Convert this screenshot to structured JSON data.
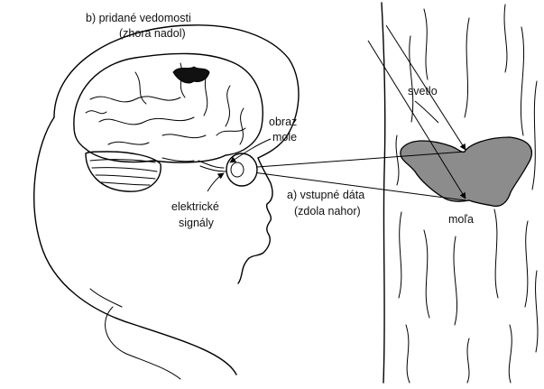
{
  "labels": {
    "added_knowledge_line1": "b) pridané vedomosti",
    "added_knowledge_line2": "(zhora nadol)",
    "light": "svetlo",
    "image_line1": "obraz",
    "image_line2": "mole",
    "input_line1": "a) vstupné dáta",
    "input_line2": "(zdola nahor)",
    "signals_line1": "elektrické",
    "signals_line2": "signály",
    "moth": "moľa"
  },
  "colors": {
    "moth_fill": "#8c8c8c",
    "stroke": "#000000",
    "background": "#ffffff"
  }
}
